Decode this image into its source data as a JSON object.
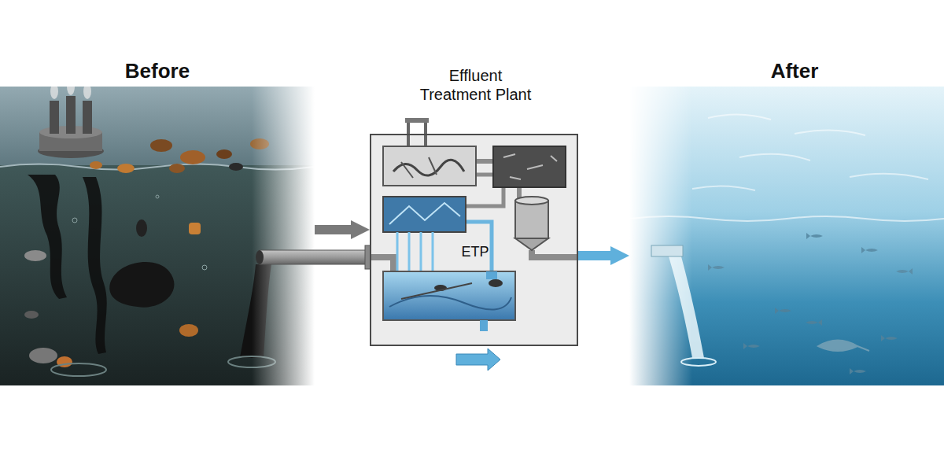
{
  "diagram": {
    "nodes": [
      {
        "text": [
          "Before"
        ]
      },
      {
        "text": [
          "Effluent Treatment Plant",
          "ETP"
        ]
      },
      {
        "text": [
          "After"
        ]
      }
    ],
    "edges": [
      {
        "from": 0,
        "to": 1,
        "arrow": "to"
      },
      {
        "from": 1,
        "to": 2,
        "arrow": "to"
      }
    ]
  }
}
